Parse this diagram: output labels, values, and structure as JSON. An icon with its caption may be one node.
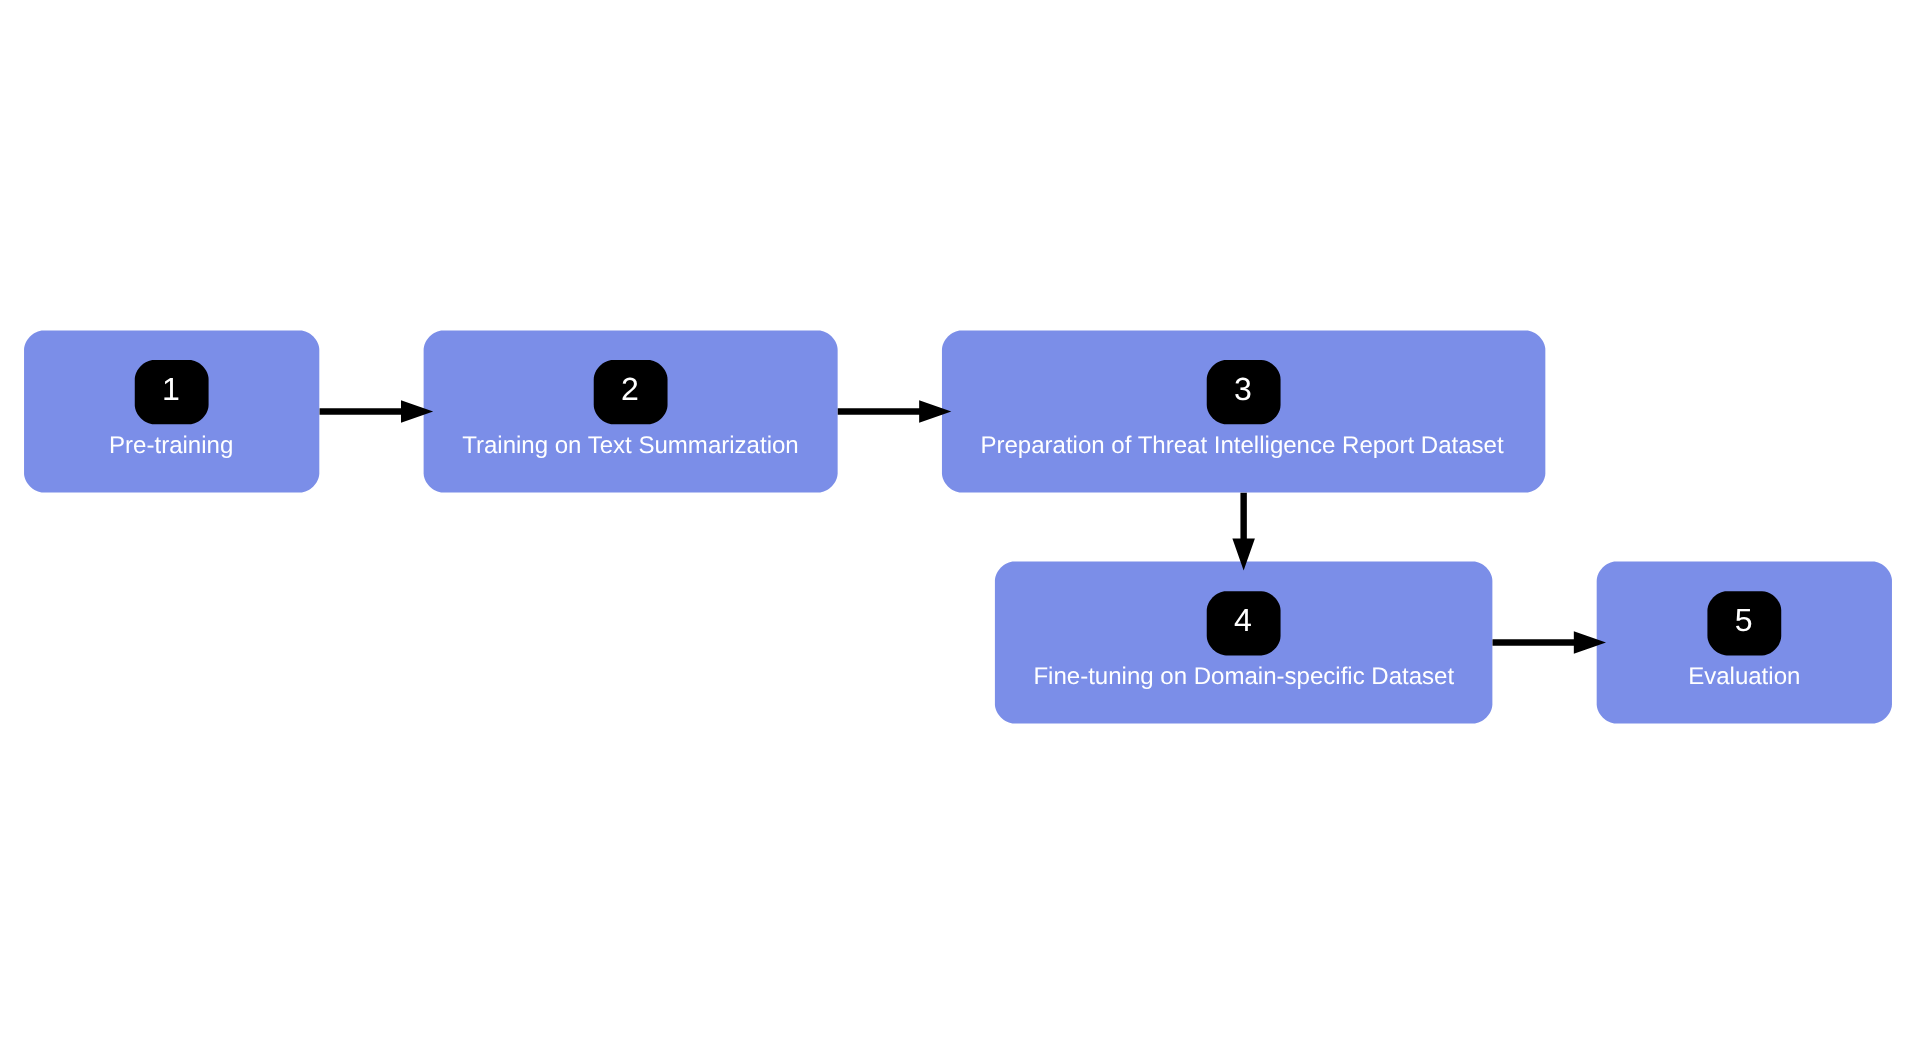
{
  "diagram": {
    "nodes": [
      {
        "text": [
          "1",
          "Pre-training"
        ]
      },
      {
        "text": [
          "2",
          "Training on Text Summarization"
        ]
      },
      {
        "text": [
          "3",
          "Preparation of Threat Intelligence Report Dataset"
        ]
      },
      {
        "text": [
          "4",
          "Fine-tuning on Domain-specific Dataset"
        ]
      },
      {
        "text": [
          "5",
          "Evaluation"
        ]
      }
    ],
    "edges": [
      {
        "from": 0,
        "to": 1,
        "arrow": "to"
      },
      {
        "from": 1,
        "to": 2,
        "arrow": "to"
      },
      {
        "from": 2,
        "to": 3,
        "arrow": "to"
      },
      {
        "from": 3,
        "to": 4,
        "arrow": "to"
      }
    ]
  }
}
